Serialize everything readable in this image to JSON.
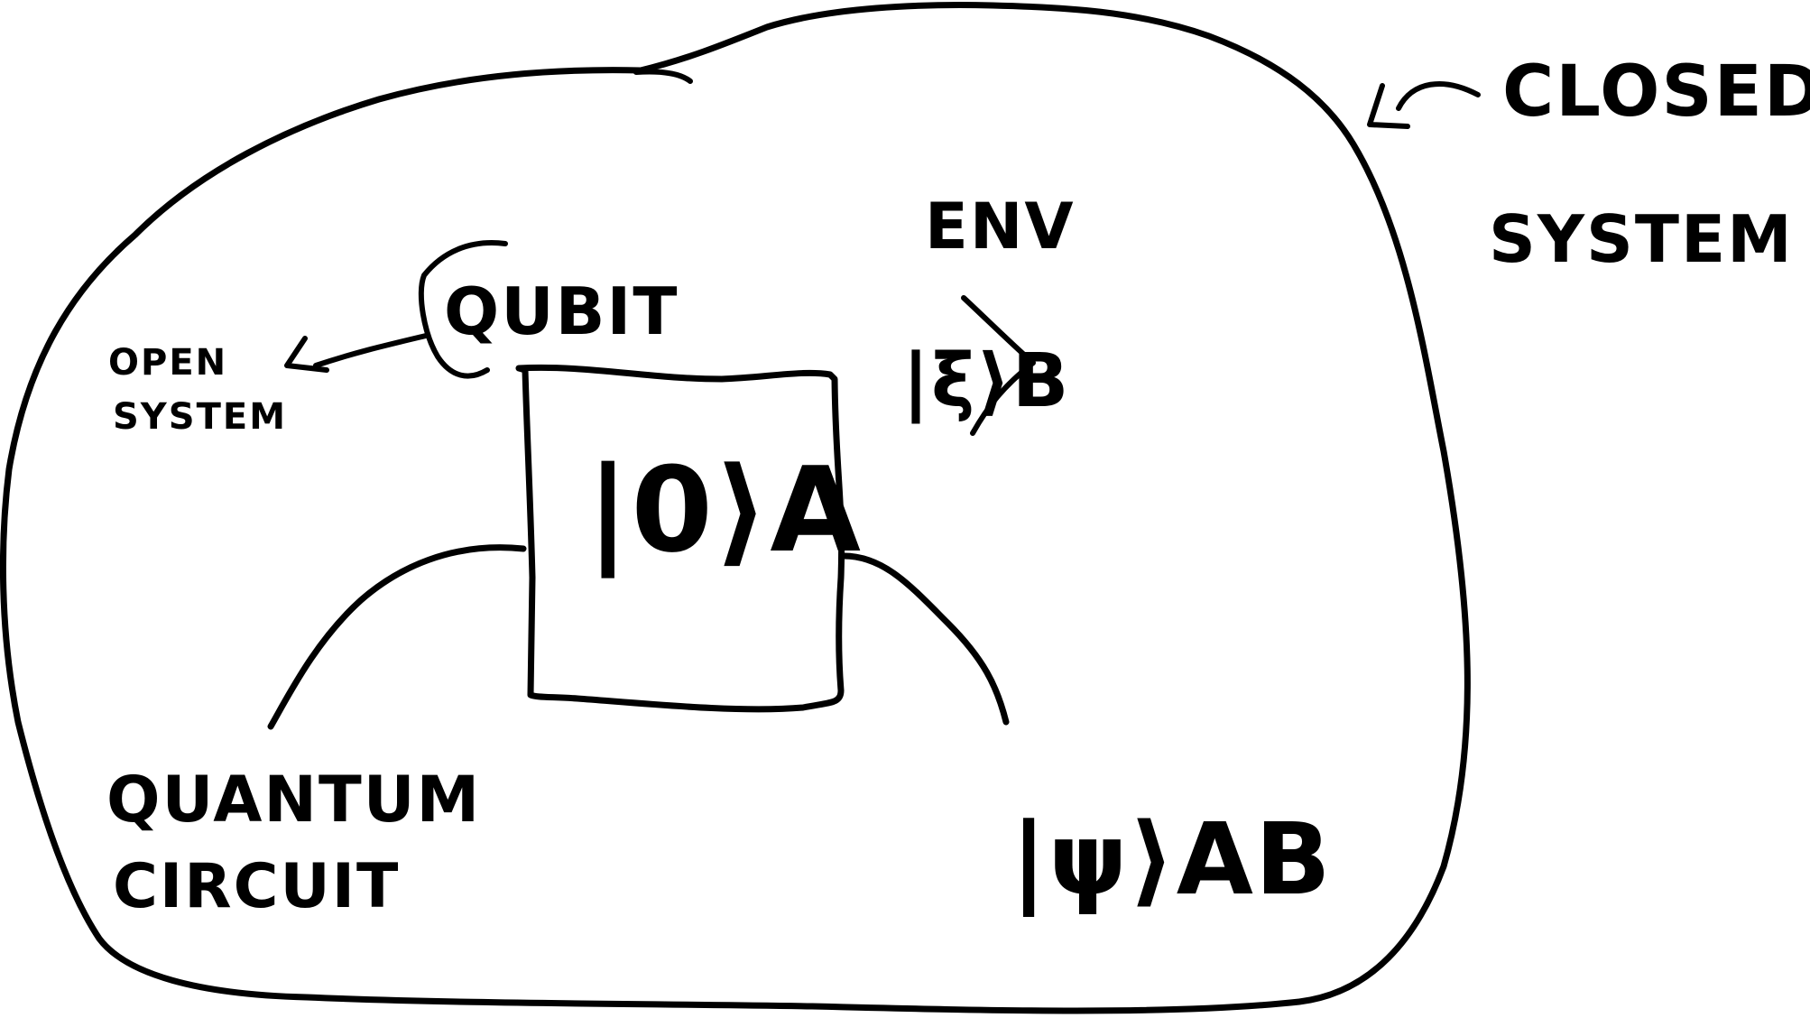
{
  "labels": {
    "closed_system_line1": "CLOSED",
    "closed_system_line2": "SYSTEM",
    "open_system_line1": "OPEN",
    "open_system_line2": "SYSTEM",
    "qubit": "QUBIT",
    "env": "ENV",
    "env_state": "|ξ⟩B",
    "qubit_state": "|0⟩A",
    "quantum_circuit_line1": "QUANTUM",
    "quantum_circuit_line2": "CIRCUIT",
    "joint_state": "|ψ⟩AB"
  },
  "colors": {
    "ink": "#000000",
    "background": "#ffffff"
  }
}
